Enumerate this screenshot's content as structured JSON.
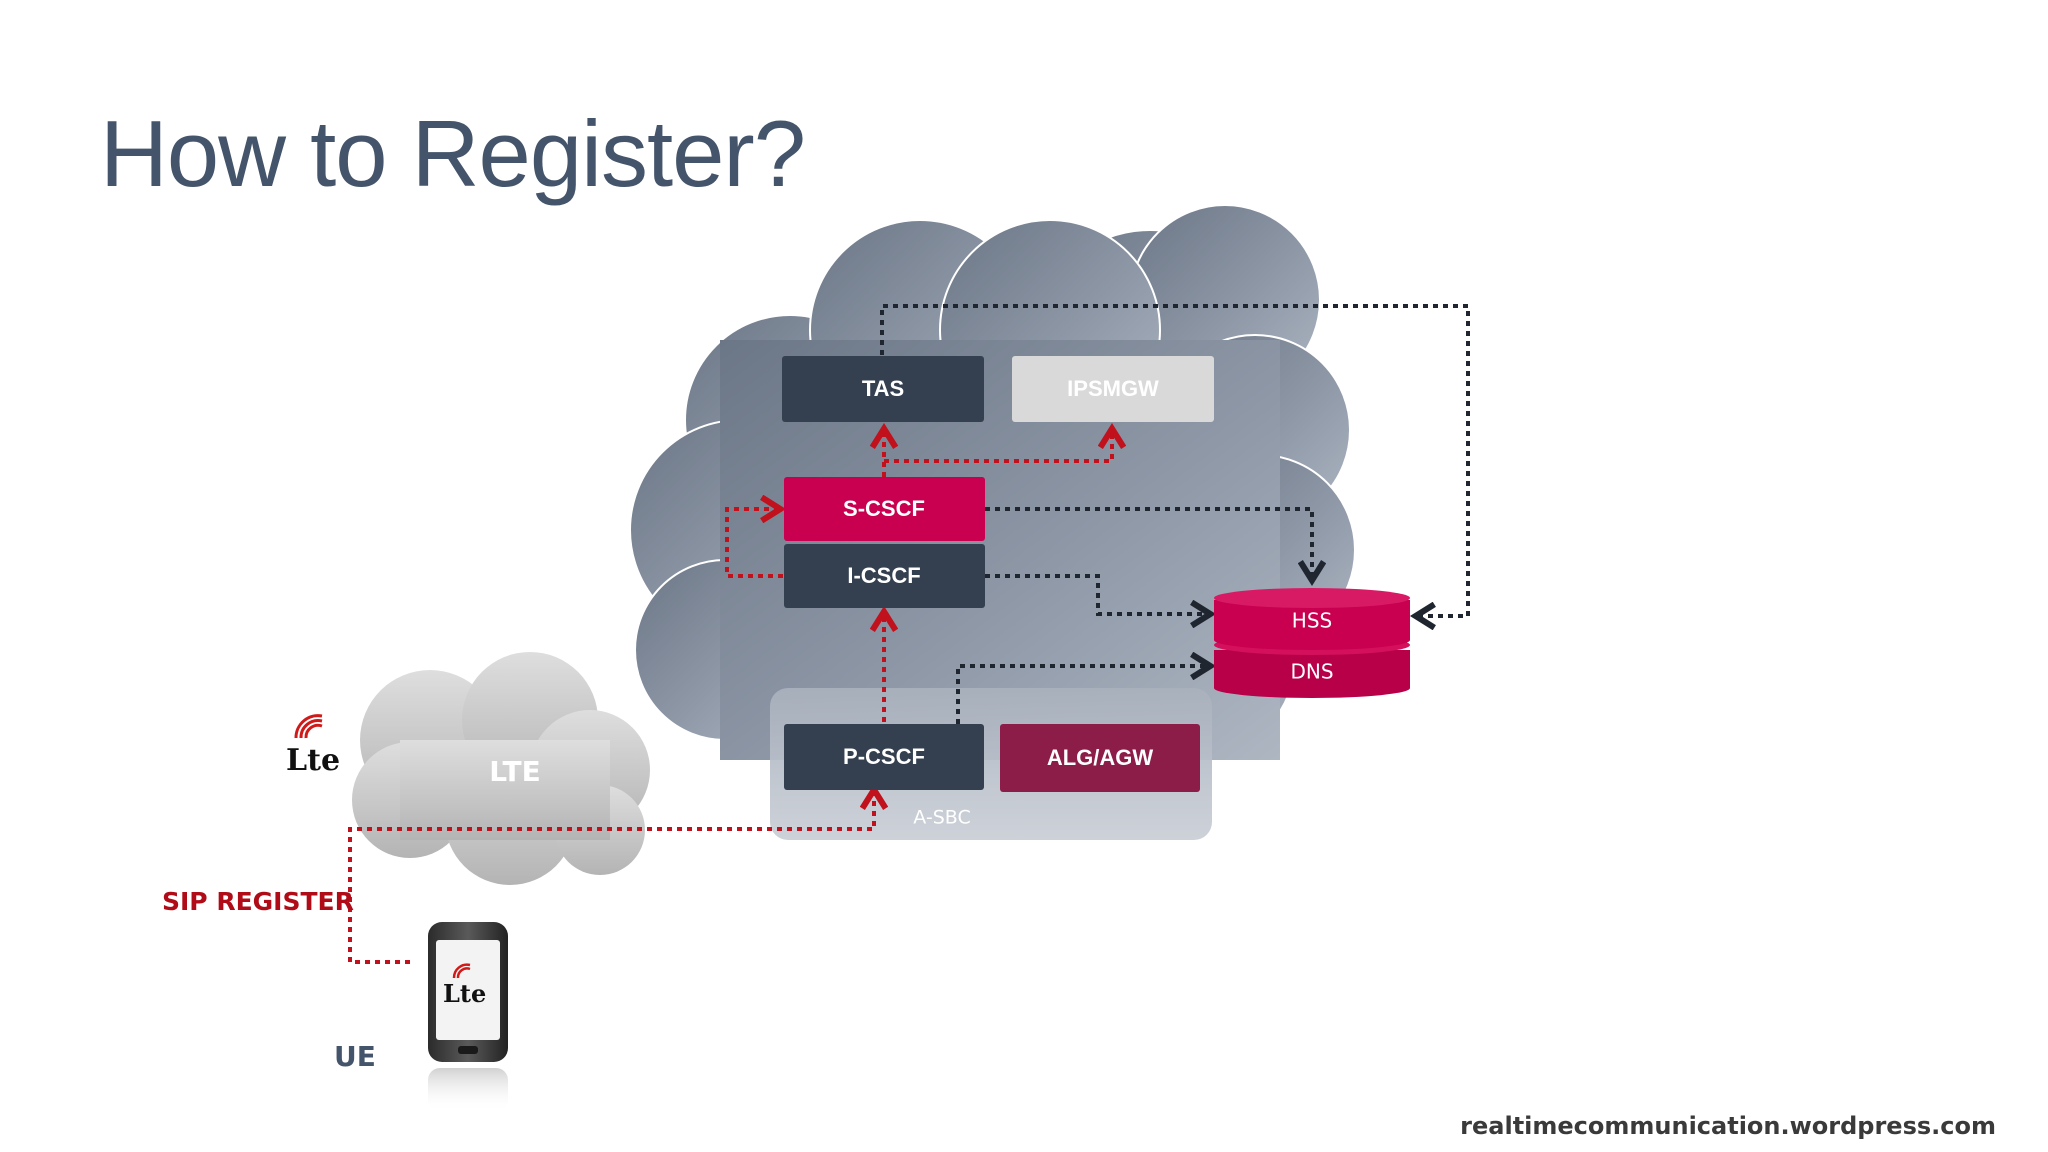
{
  "title": "How to Register?",
  "footer": "realtimecommunication.wordpress.com",
  "nodes": {
    "tas": "TAS",
    "ipsmgw": "IPSMGW",
    "scscf": "S-CSCF",
    "icscf": "I-CSCF",
    "pcscf": "P-CSCF",
    "alg": "ALG/AGW",
    "hss": "HSS",
    "dns": "DNS",
    "asbc": "A-SBC",
    "lte_cloud": "LTE"
  },
  "labels": {
    "sip_register": "SIP REGISTER",
    "ue": "UE",
    "lte_logo": "Lte"
  },
  "colors": {
    "dark_node": "#34404f",
    "magenta_node": "#c8004f",
    "alg_node": "#8c1d48",
    "ipsmgw_node": "#d9d9d9",
    "database": "#c8004f",
    "sip_path": "#c0111c",
    "control_path": "#1f2630",
    "title": "#44546a"
  },
  "icons": [
    "lte-advanced-logo-icon",
    "smartphone-icon",
    "cloud-icon"
  ]
}
